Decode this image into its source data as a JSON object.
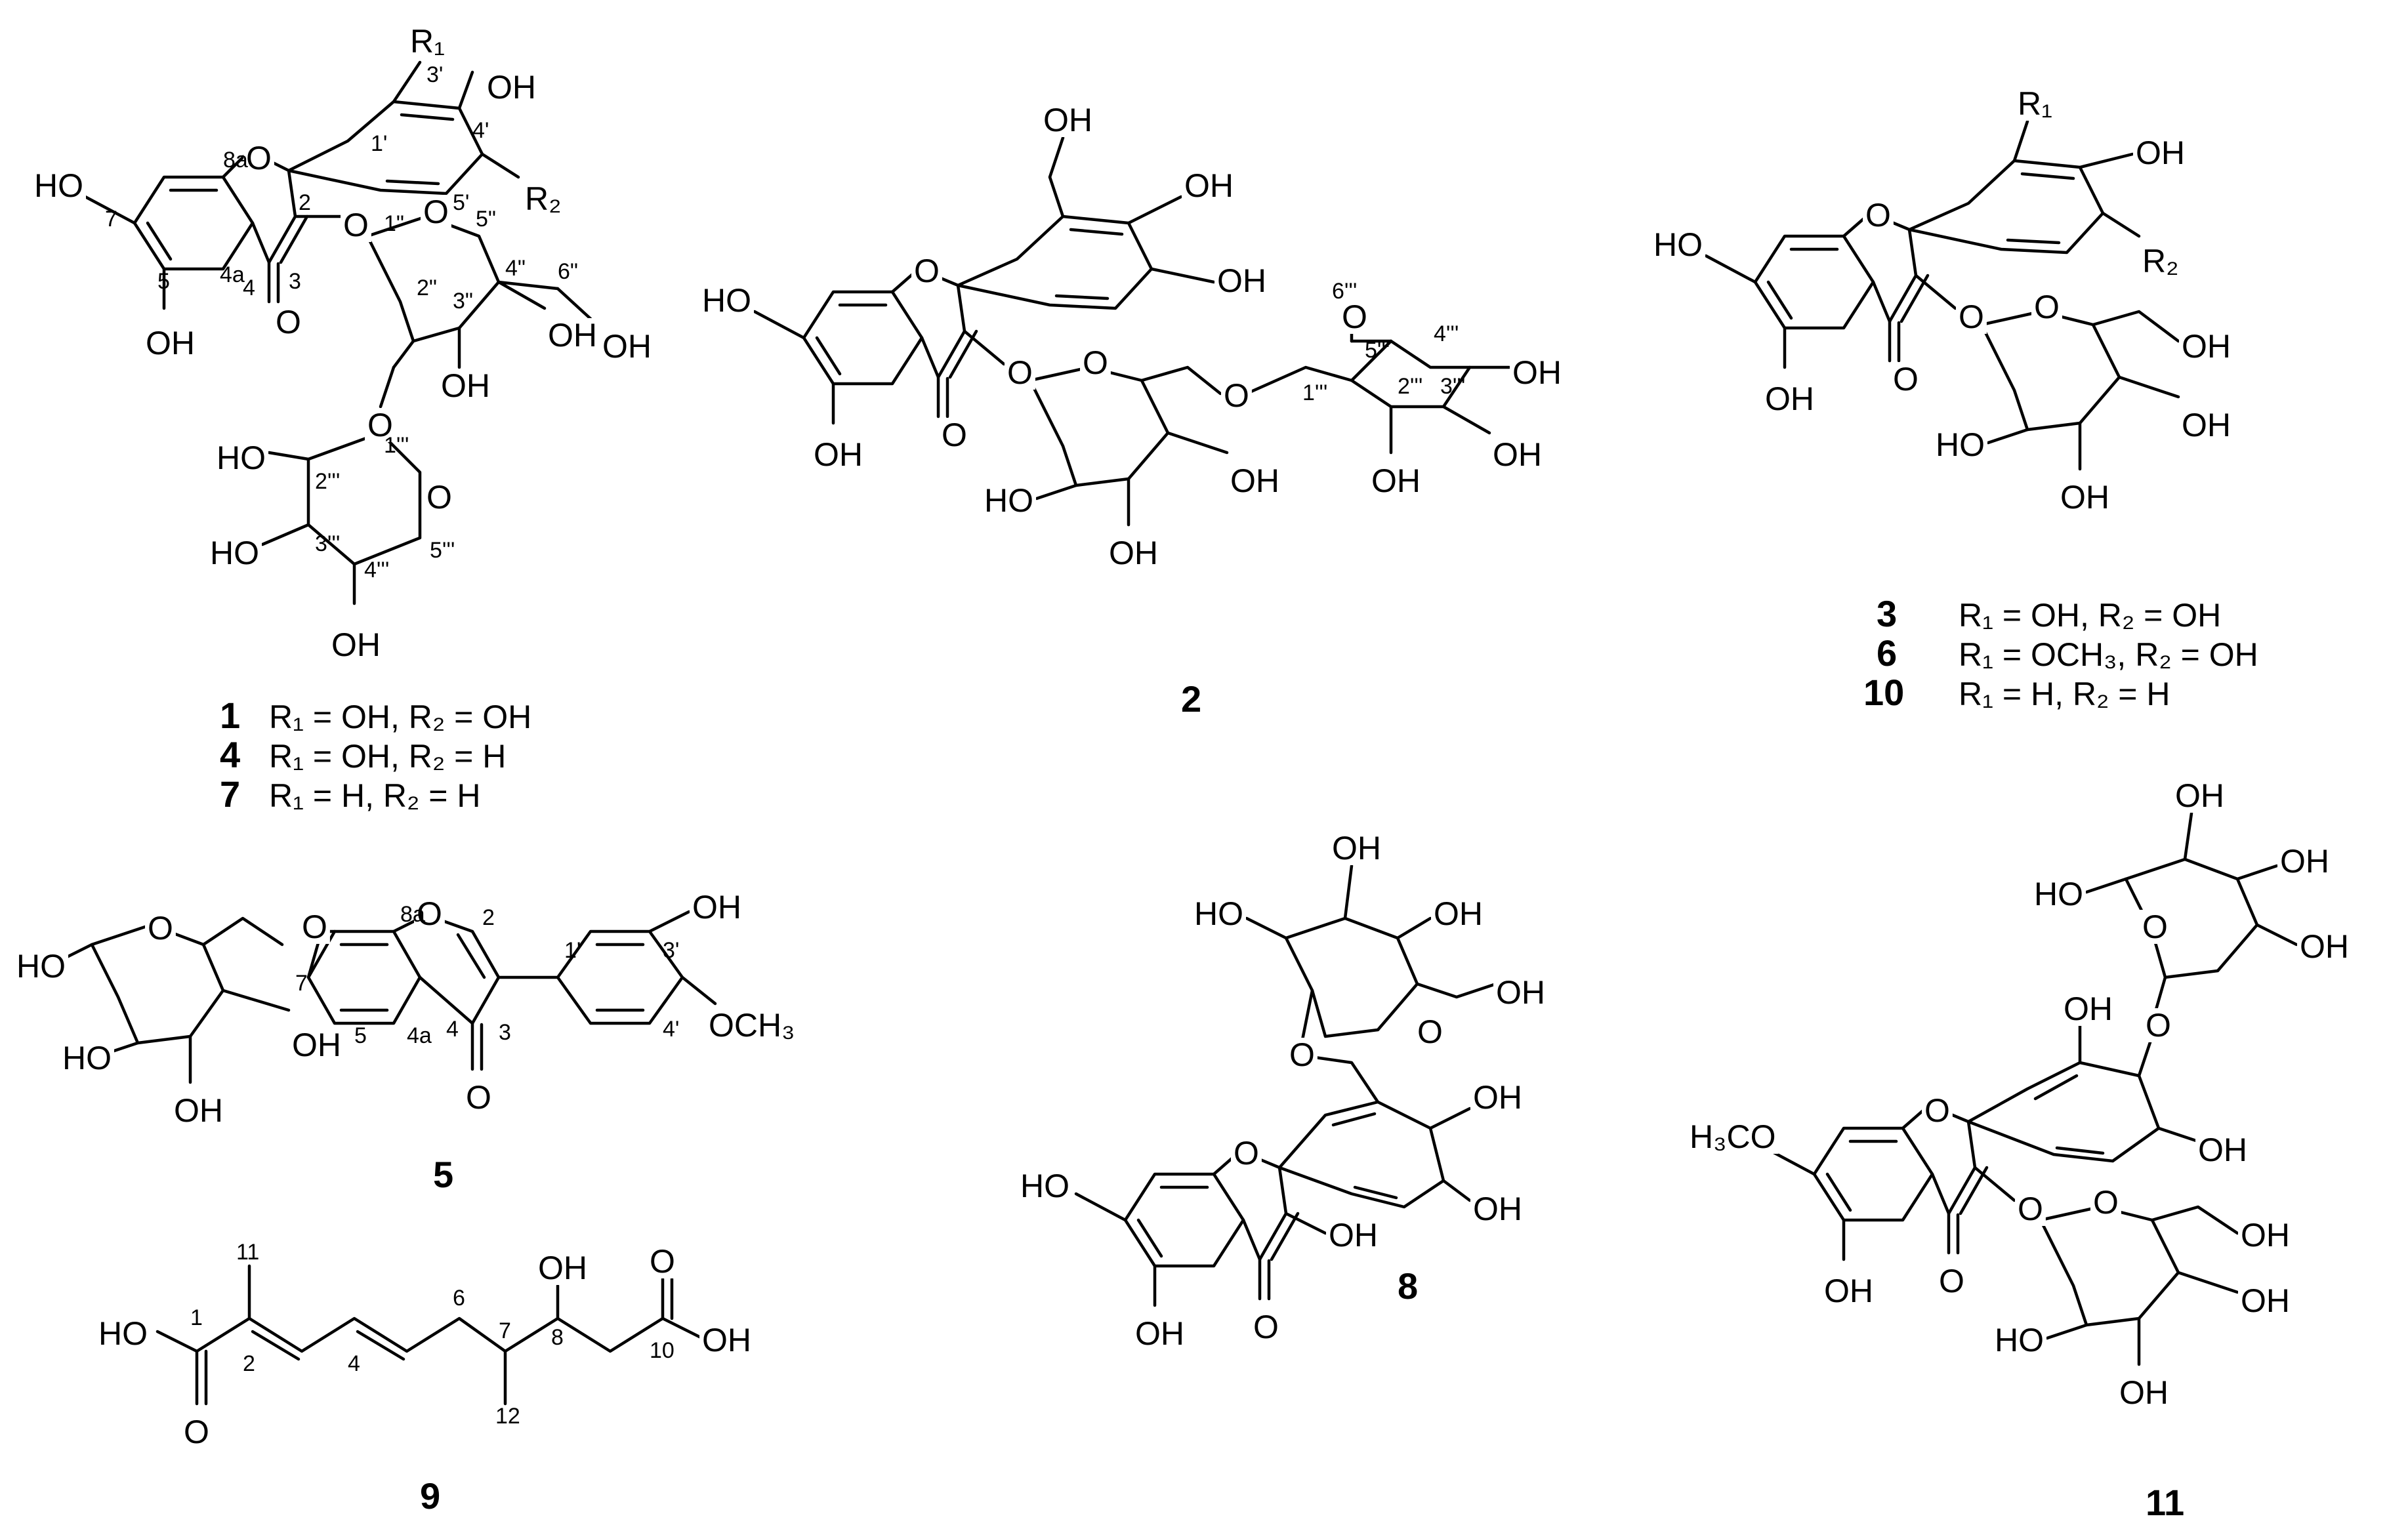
{
  "compounds": [
    {
      "id": "1",
      "defs": [
        "R₁ = OH,  R₂ = OH"
      ]
    },
    {
      "id": "4",
      "defs": [
        "R₁ = OH,  R₂ = H"
      ]
    },
    {
      "id": "7",
      "defs": [
        "R₁ = H,     R₂ = H"
      ]
    },
    {
      "id": "2"
    },
    {
      "id": "3",
      "defs": [
        "R₁ = OH,      R₂ = OH"
      ]
    },
    {
      "id": "6",
      "defs": [
        "R₁ = OCH₃, R₂ = OH"
      ]
    },
    {
      "id": "10",
      "defs": [
        "R₁ = H,         R₂ = H"
      ]
    },
    {
      "id": "5"
    },
    {
      "id": "8"
    },
    {
      "id": "9"
    },
    {
      "id": "11"
    }
  ],
  "labels": {
    "oh": "OH",
    "ho": "HO",
    "o": "O",
    "och3": "OCH₃",
    "h3co": "H₃CO",
    "r1": "R₁",
    "r2": "R₂"
  },
  "numbering": {
    "c1": [
      "3'",
      "4'",
      "5'",
      "1'",
      "2",
      "3",
      "4",
      "4a",
      "5",
      "7",
      "8a",
      "1\"",
      "2\"",
      "3\"",
      "4\"",
      "5\"",
      "6\"",
      "1'''",
      "2'''",
      "3'''",
      "4'''",
      "5'''"
    ],
    "c2": [
      "1'''",
      "2'''",
      "3'''",
      "4'''",
      "5'''",
      "6'''"
    ],
    "c5": [
      "2",
      "3",
      "4",
      "4a",
      "5",
      "7",
      "8a",
      "1'",
      "3'",
      "4'"
    ],
    "c9": [
      "1",
      "2",
      "4",
      "6",
      "7",
      "8",
      "10",
      "11",
      "12"
    ]
  }
}
